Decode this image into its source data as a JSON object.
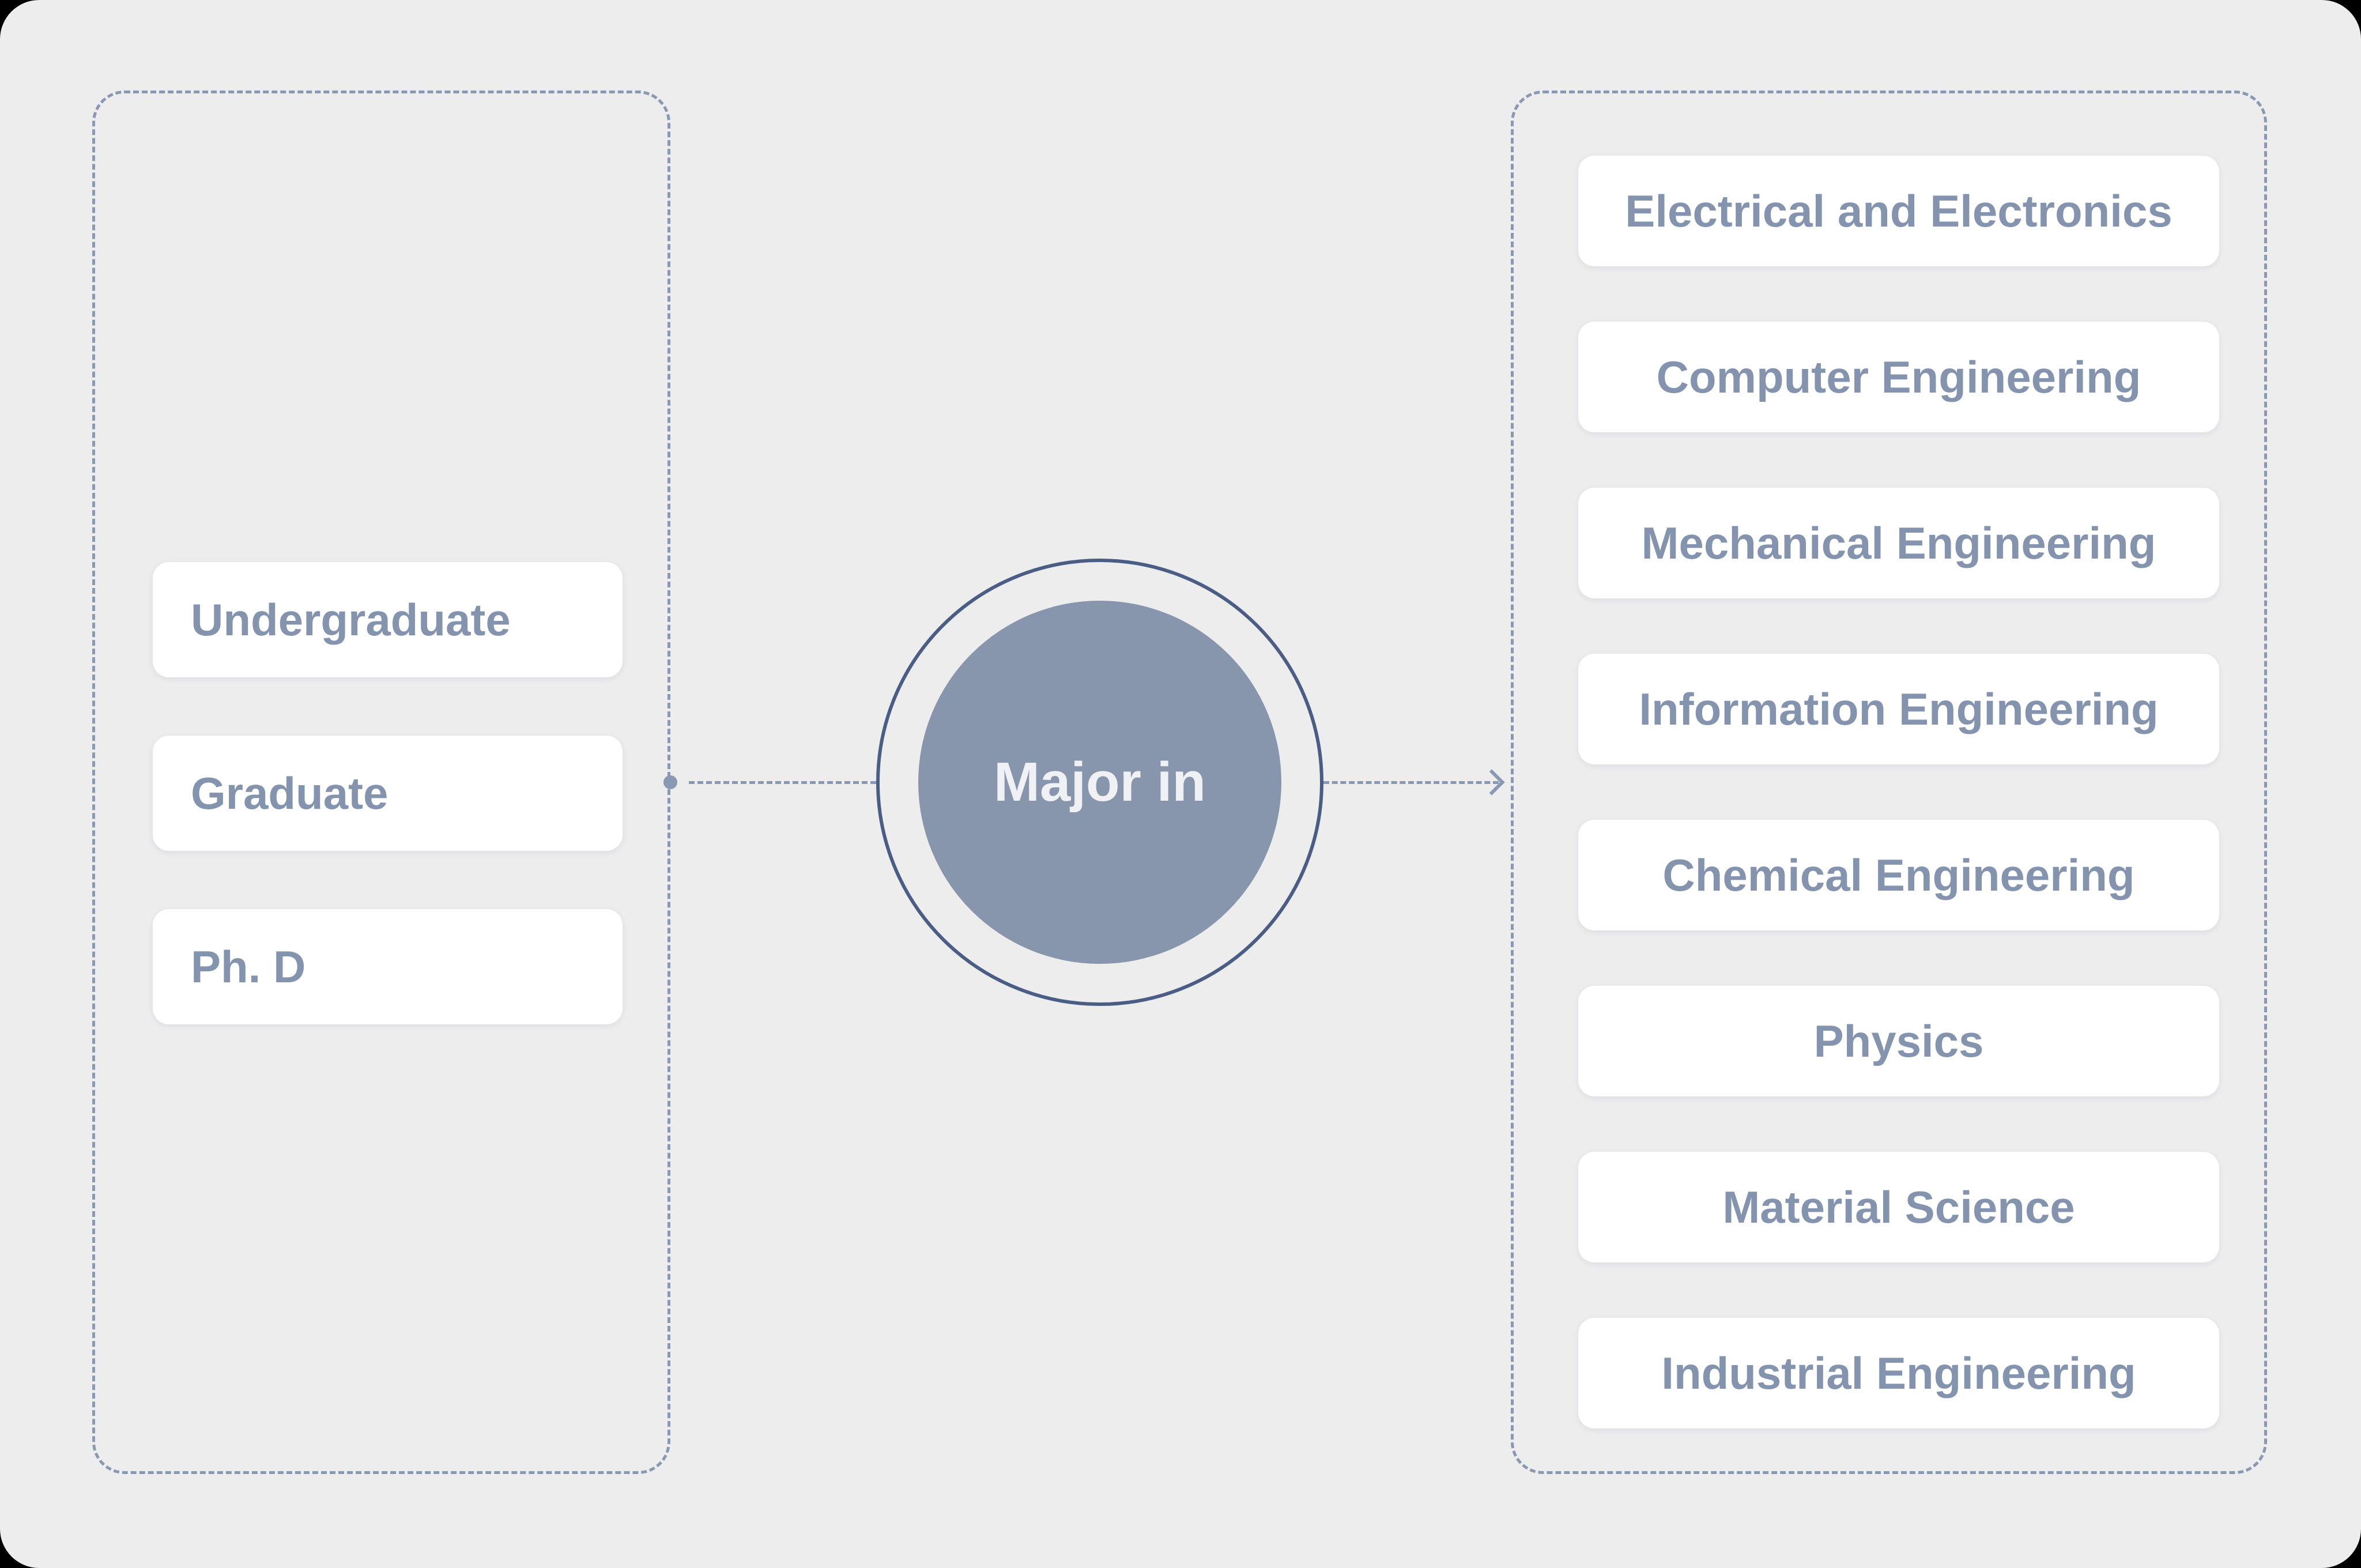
{
  "colors": {
    "outside-bg": "#000000",
    "panel-bg": "#ededee",
    "card-bg": "#ffffff",
    "node-text": "#8494ae",
    "dash": "#8a99b3",
    "ring": "#4a5d85",
    "circle-fill": "#8896ad",
    "center-text": "#eff1f4"
  },
  "center": {
    "label": "Major in"
  },
  "left_group": {
    "items": [
      {
        "label": "Undergraduate"
      },
      {
        "label": "Graduate"
      },
      {
        "label": "Ph. D"
      }
    ]
  },
  "right_group": {
    "items": [
      {
        "label": "Electrical and Electronics"
      },
      {
        "label": "Computer Engineering"
      },
      {
        "label": "Mechanical Engineering"
      },
      {
        "label": "Information Engineering"
      },
      {
        "label": "Chemical Engineering"
      },
      {
        "label": "Physics"
      },
      {
        "label": "Material Science"
      },
      {
        "label": "Industrial Engineering"
      }
    ]
  }
}
